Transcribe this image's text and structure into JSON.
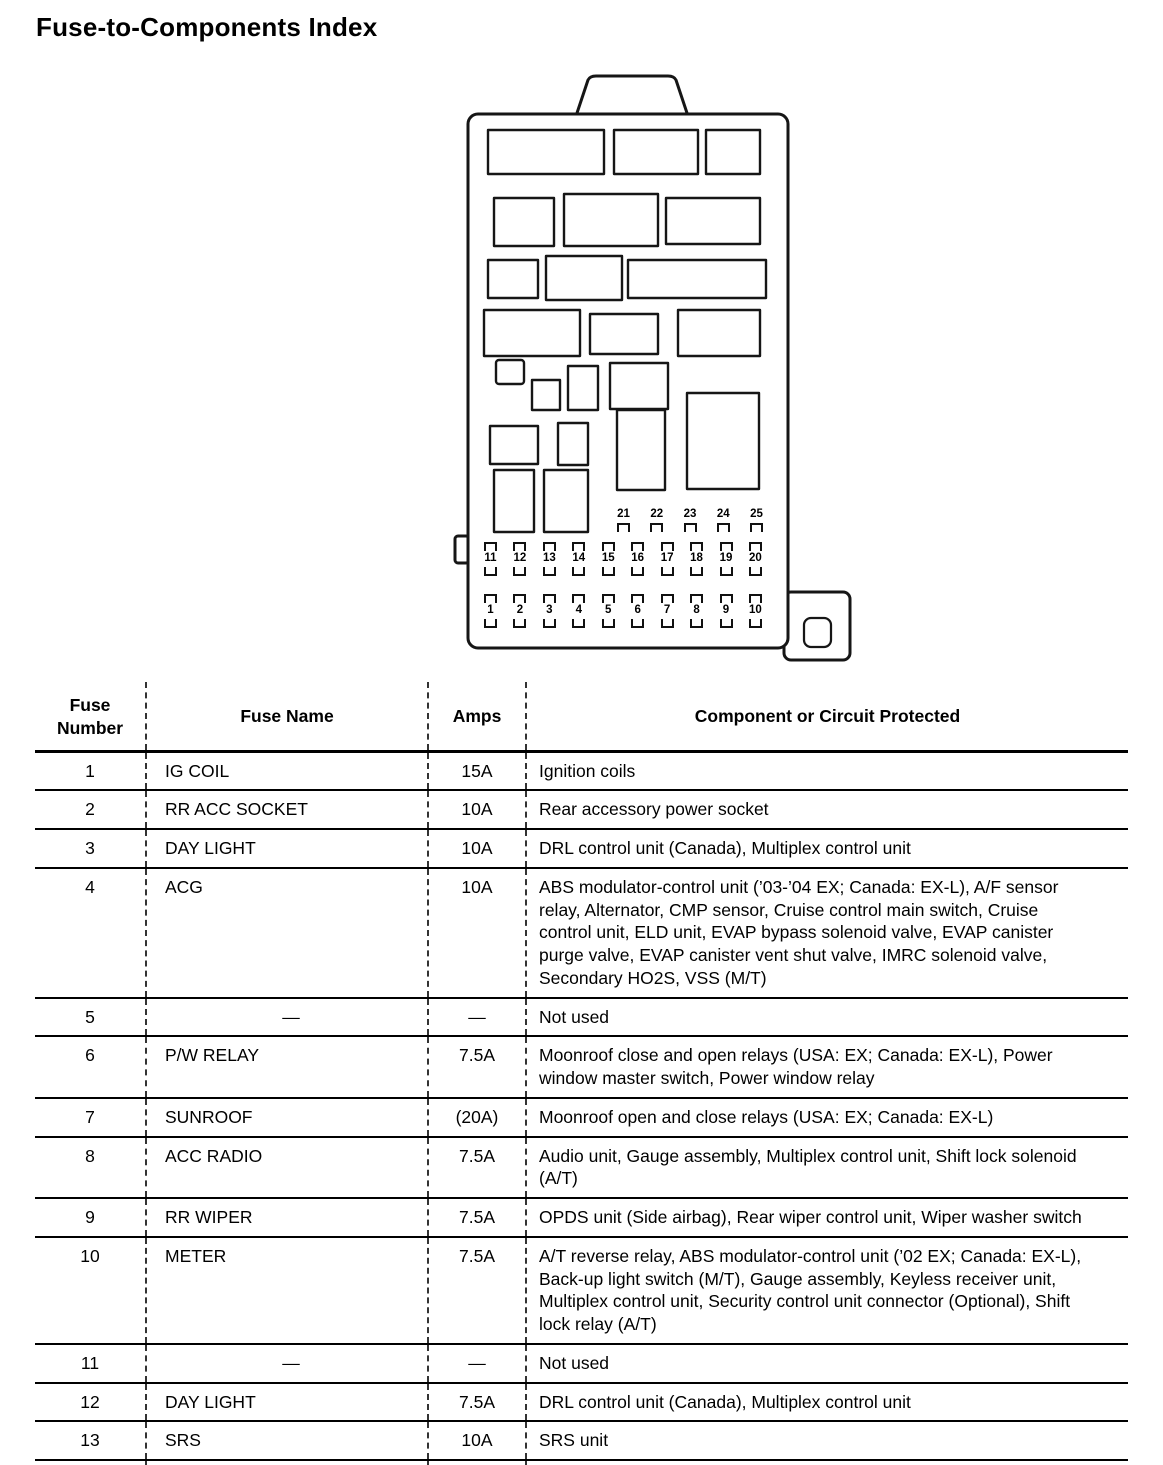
{
  "page": {
    "title": "Fuse-to-Components Index"
  },
  "diagram": {
    "fuse_rows": [
      {
        "id": "row-21-25",
        "numbers": [
          "21",
          "22",
          "23",
          "24",
          "25"
        ]
      },
      {
        "id": "row-11-20",
        "numbers": [
          "11",
          "12",
          "13",
          "14",
          "15",
          "16",
          "17",
          "18",
          "19",
          "20"
        ]
      },
      {
        "id": "row-1-10",
        "numbers": [
          "1",
          "2",
          "3",
          "4",
          "5",
          "6",
          "7",
          "8",
          "9",
          "10"
        ]
      }
    ]
  },
  "table": {
    "headers": [
      "Fuse Number",
      "Fuse Name",
      "Amps",
      "Component or Circuit Protected"
    ],
    "rows": [
      {
        "number": "1",
        "name": "IG COIL",
        "amps": "15A",
        "component": "Ignition coils"
      },
      {
        "number": "2",
        "name": "RR ACC SOCKET",
        "amps": "10A",
        "component": "Rear accessory power socket"
      },
      {
        "number": "3",
        "name": "DAY LIGHT",
        "amps": "10A",
        "component": "DRL control unit (Canada), Multiplex control unit"
      },
      {
        "number": "4",
        "name": "ACG",
        "amps": "10A",
        "component": "ABS modulator-control unit (’03-’04 EX; Canada: EX-L), A/F sensor relay, Alternator, CMP sensor, Cruise control main switch, Cruise control unit, ELD unit, EVAP bypass solenoid valve, EVAP canister purge valve, EVAP canister vent shut valve, IMRC solenoid valve, Secondary HO2S, VSS (M/T)"
      },
      {
        "number": "5",
        "name": "—",
        "amps": "—",
        "component": "Not used"
      },
      {
        "number": "6",
        "name": "P/W RELAY",
        "amps": "7.5A",
        "component": "Moonroof close and open relays (USA: EX; Canada: EX-L), Power window master switch, Power window relay"
      },
      {
        "number": "7",
        "name": "SUNROOF",
        "amps": "(20A)",
        "component": "Moonroof open and close relays (USA: EX; Canada: EX-L)"
      },
      {
        "number": "8",
        "name": "ACC RADIO",
        "amps": "7.5A",
        "component": "Audio unit, Gauge assembly, Multiplex control unit, Shift lock solenoid (A/T)"
      },
      {
        "number": "9",
        "name": "RR WIPER",
        "amps": "7.5A",
        "component": "OPDS unit (Side airbag), Rear wiper control unit, Wiper washer switch"
      },
      {
        "number": "10",
        "name": "METER",
        "amps": "7.5A",
        "component": "A/T reverse relay, ABS modulator-control unit (’02 EX; Canada: EX-L), Back-up light switch (M/T), Gauge assembly, Keyless receiver unit, Multiplex control unit, Security control unit connector (Optional), Shift lock relay (A/T)"
      },
      {
        "number": "11",
        "name": "—",
        "amps": "—",
        "component": "Not used"
      },
      {
        "number": "12",
        "name": "DAY LIGHT",
        "amps": "7.5A",
        "component": "DRL control unit (Canada), Multiplex control unit"
      },
      {
        "number": "13",
        "name": "SRS",
        "amps": "10A",
        "component": "SRS unit"
      }
    ]
  }
}
